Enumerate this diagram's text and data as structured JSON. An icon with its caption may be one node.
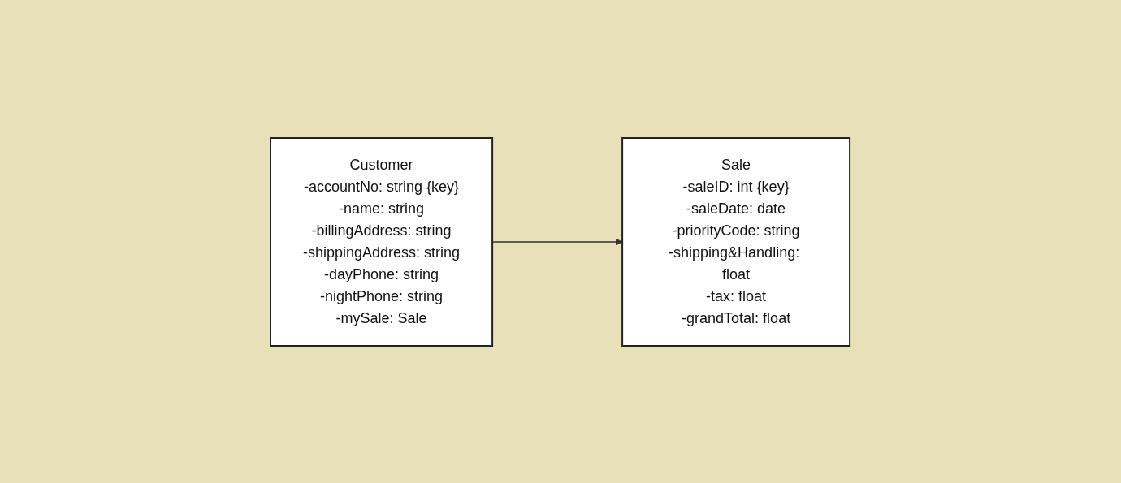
{
  "diagram": {
    "nodes": [
      {
        "text": [
          "Customer",
          "-accountNo: string {key}",
          "-name: string",
          "-billingAddress: string",
          "-shippingAddress: string",
          "-dayPhone: string",
          "-nightPhone: string",
          "-mySale: Sale"
        ]
      },
      {
        "text": [
          "Sale",
          "-saleID: int {key}",
          "-saleDate: date",
          "-priorityCode: string",
          "-shipping&Handling: float",
          "-tax: float",
          "-grandTotal: float"
        ]
      }
    ],
    "edges": [
      {
        "from": 0,
        "to": 1,
        "arrow": "to"
      }
    ]
  }
}
